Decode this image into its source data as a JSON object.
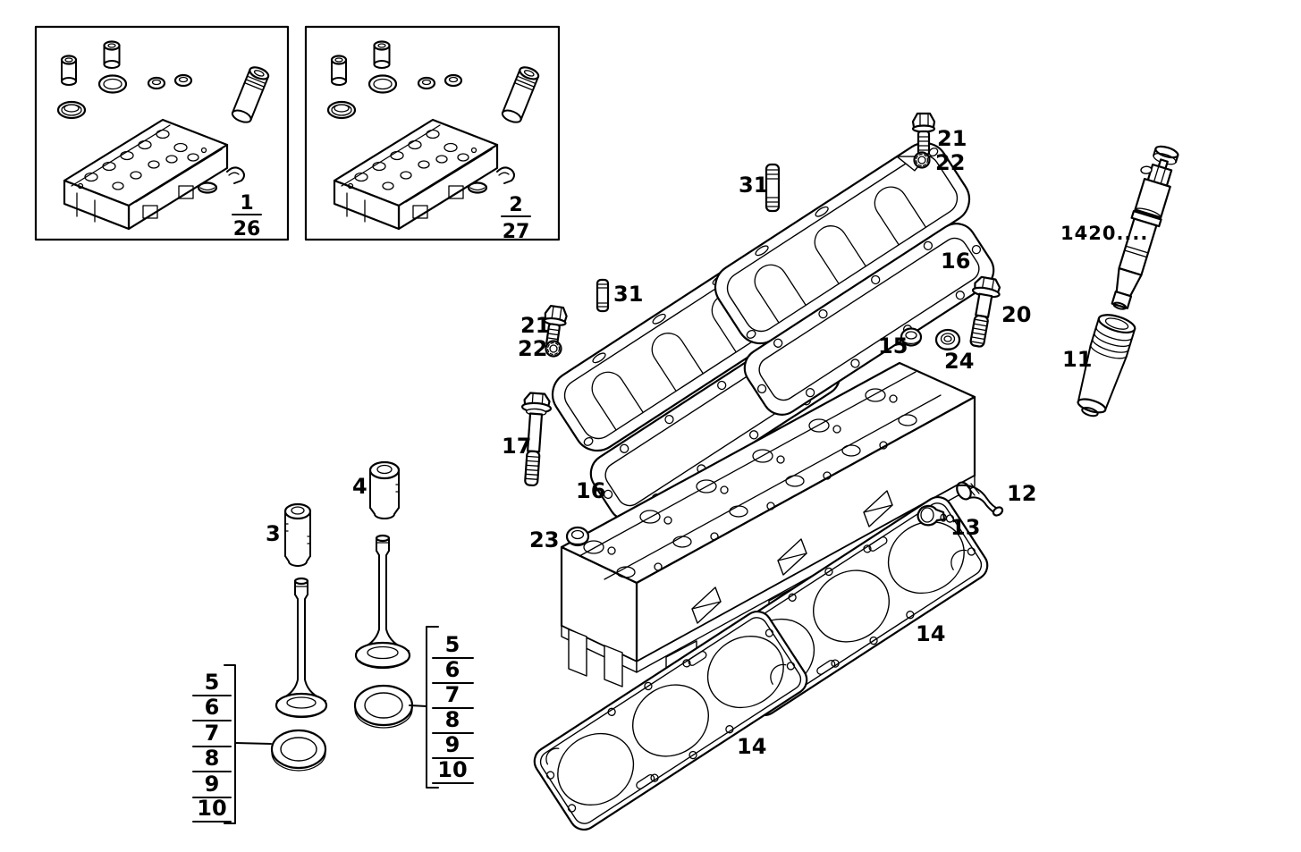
{
  "figure": {
    "type": "exploded-parts-diagram",
    "subject": "engine cylinder head assembly",
    "colors": {
      "ink": "#000000",
      "paper": "#ffffff"
    },
    "inset_panels": [
      {
        "item_no": "1",
        "ref_no": "26"
      },
      {
        "item_no": "2",
        "ref_no": "27"
      }
    ],
    "callouts": {
      "bolt_top": "21",
      "washer_top": "22",
      "stud_top": "31",
      "cover_gasket_right": "16",
      "cover_bolt": "20",
      "cap_nut": "15",
      "spacer_bush": "24",
      "injector_code": "1420....",
      "injector_sleeve": "11",
      "stud_left": "31",
      "bolt_left": "21",
      "washer_left": "22",
      "head_bolt": "17",
      "cover_gasket_left": "16",
      "seal_cup": "23",
      "elbow_pipe": "12",
      "elbow_cap": "13",
      "head_gasket_right": "14",
      "head_gasket_left": "14",
      "valve_guide_a": "3",
      "valve_guide_b": "4"
    },
    "ref_lists": {
      "left": [
        "5",
        "6",
        "7",
        "8",
        "9",
        "10"
      ],
      "right": [
        "5",
        "6",
        "7",
        "8",
        "9",
        "10"
      ]
    }
  }
}
